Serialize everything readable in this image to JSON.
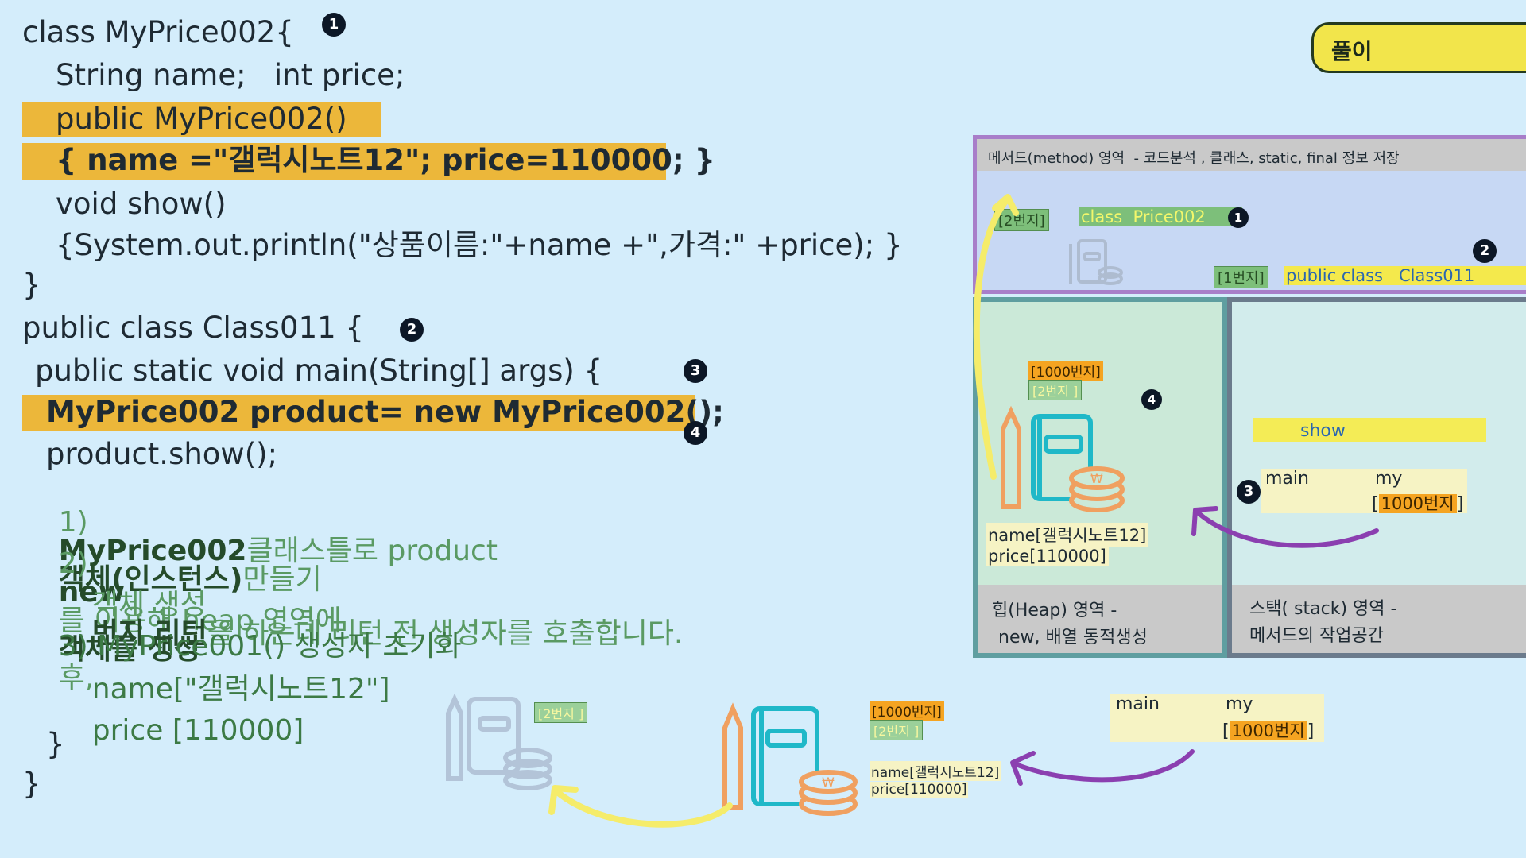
{
  "solution_button": {
    "label": "풀이"
  },
  "code": {
    "line1": "class MyPrice002{",
    "line2": "String name;   int price;",
    "line3": "public MyPrice002()",
    "line4": "{ name =\"갤럭시노트12\"; price=110000; }",
    "line5": "void show()",
    "line6": "{System.out.println(\"상품이름:\"+name +\",가격:\" +price); }",
    "line7": "}",
    "line8": "public class Class011 {",
    "line9": "public static void main(String[] args) {",
    "line10": "MyPrice002 product= new MyPrice002();",
    "line11": "product.show();",
    "closing1": "}",
    "closing2": "}"
  },
  "markers": {
    "m1": "1",
    "m2": "2",
    "m3": "3",
    "m4": "4"
  },
  "explanation": {
    "s1_num": "1)",
    "s1_a": "MyPrice002",
    "s1_b": "클래스틀로 product",
    "s1_c": "객체(인스턴스)",
    "s1_d": "만들기",
    "s2_num": "2)",
    "s2_a": "new",
    "s2_b": "를 이용해 heap 영역에",
    "s2_c": "객체를 생성",
    "s2_d": "후,",
    "s2b_a": "객체 생성",
    "s2b_b": "번지 리턴",
    "s2b_c": "을 하는데 리턴 전 생성자를 호출합니다.",
    "s3_line": "3) MyPrice001() 생성자 초기화",
    "s3_name": "name[\"갤럭시노트12\"]",
    "s3_price": "price [110000]"
  },
  "memory": {
    "method_area_title": "메서드(method) 영역  - 코드분석 , 클래스, static, final 정보 저장",
    "class_addr": "[2번지]",
    "class_label": "class  Price002",
    "public_addr": "[1번지]",
    "public_label": "public class   Class011",
    "heap_addr1": "[1000번지]",
    "heap_addr2": "[2번지      ]",
    "heap_name": "name[갤럭시노트12]",
    "heap_price": "price[110000]",
    "heap_title1": "힙(Heap) 영역 -",
    "heap_title2": "new, 배열 동적생성",
    "stack_show": "show",
    "stack_main": "main",
    "stack_my": "my",
    "stack_addr": "1000번지",
    "stack_title1": "스택( stack) 영역 -",
    "stack_title2": "메서드의 작업공간"
  },
  "bottom": {
    "faded_addr": "[2번지      ]",
    "addr1": "[1000번지]",
    "addr2": "[2번지      ]",
    "name": "name[갤럭시노트12]",
    "price": "price[110000]",
    "main": "main",
    "my": "my",
    "ref": "1000번지"
  },
  "icons": [
    "book-icon",
    "pencil-icon",
    "coin-icon"
  ],
  "colors": {
    "highlight": "#ecb73a",
    "background": "#d4edfb",
    "method_border": "#a87ec9",
    "heap_border": "#5f9ea0",
    "stack_border": "#6b7b8c",
    "arrow_purple": "#8b3fb0",
    "arrow_yellow": "#f5ec6a"
  }
}
